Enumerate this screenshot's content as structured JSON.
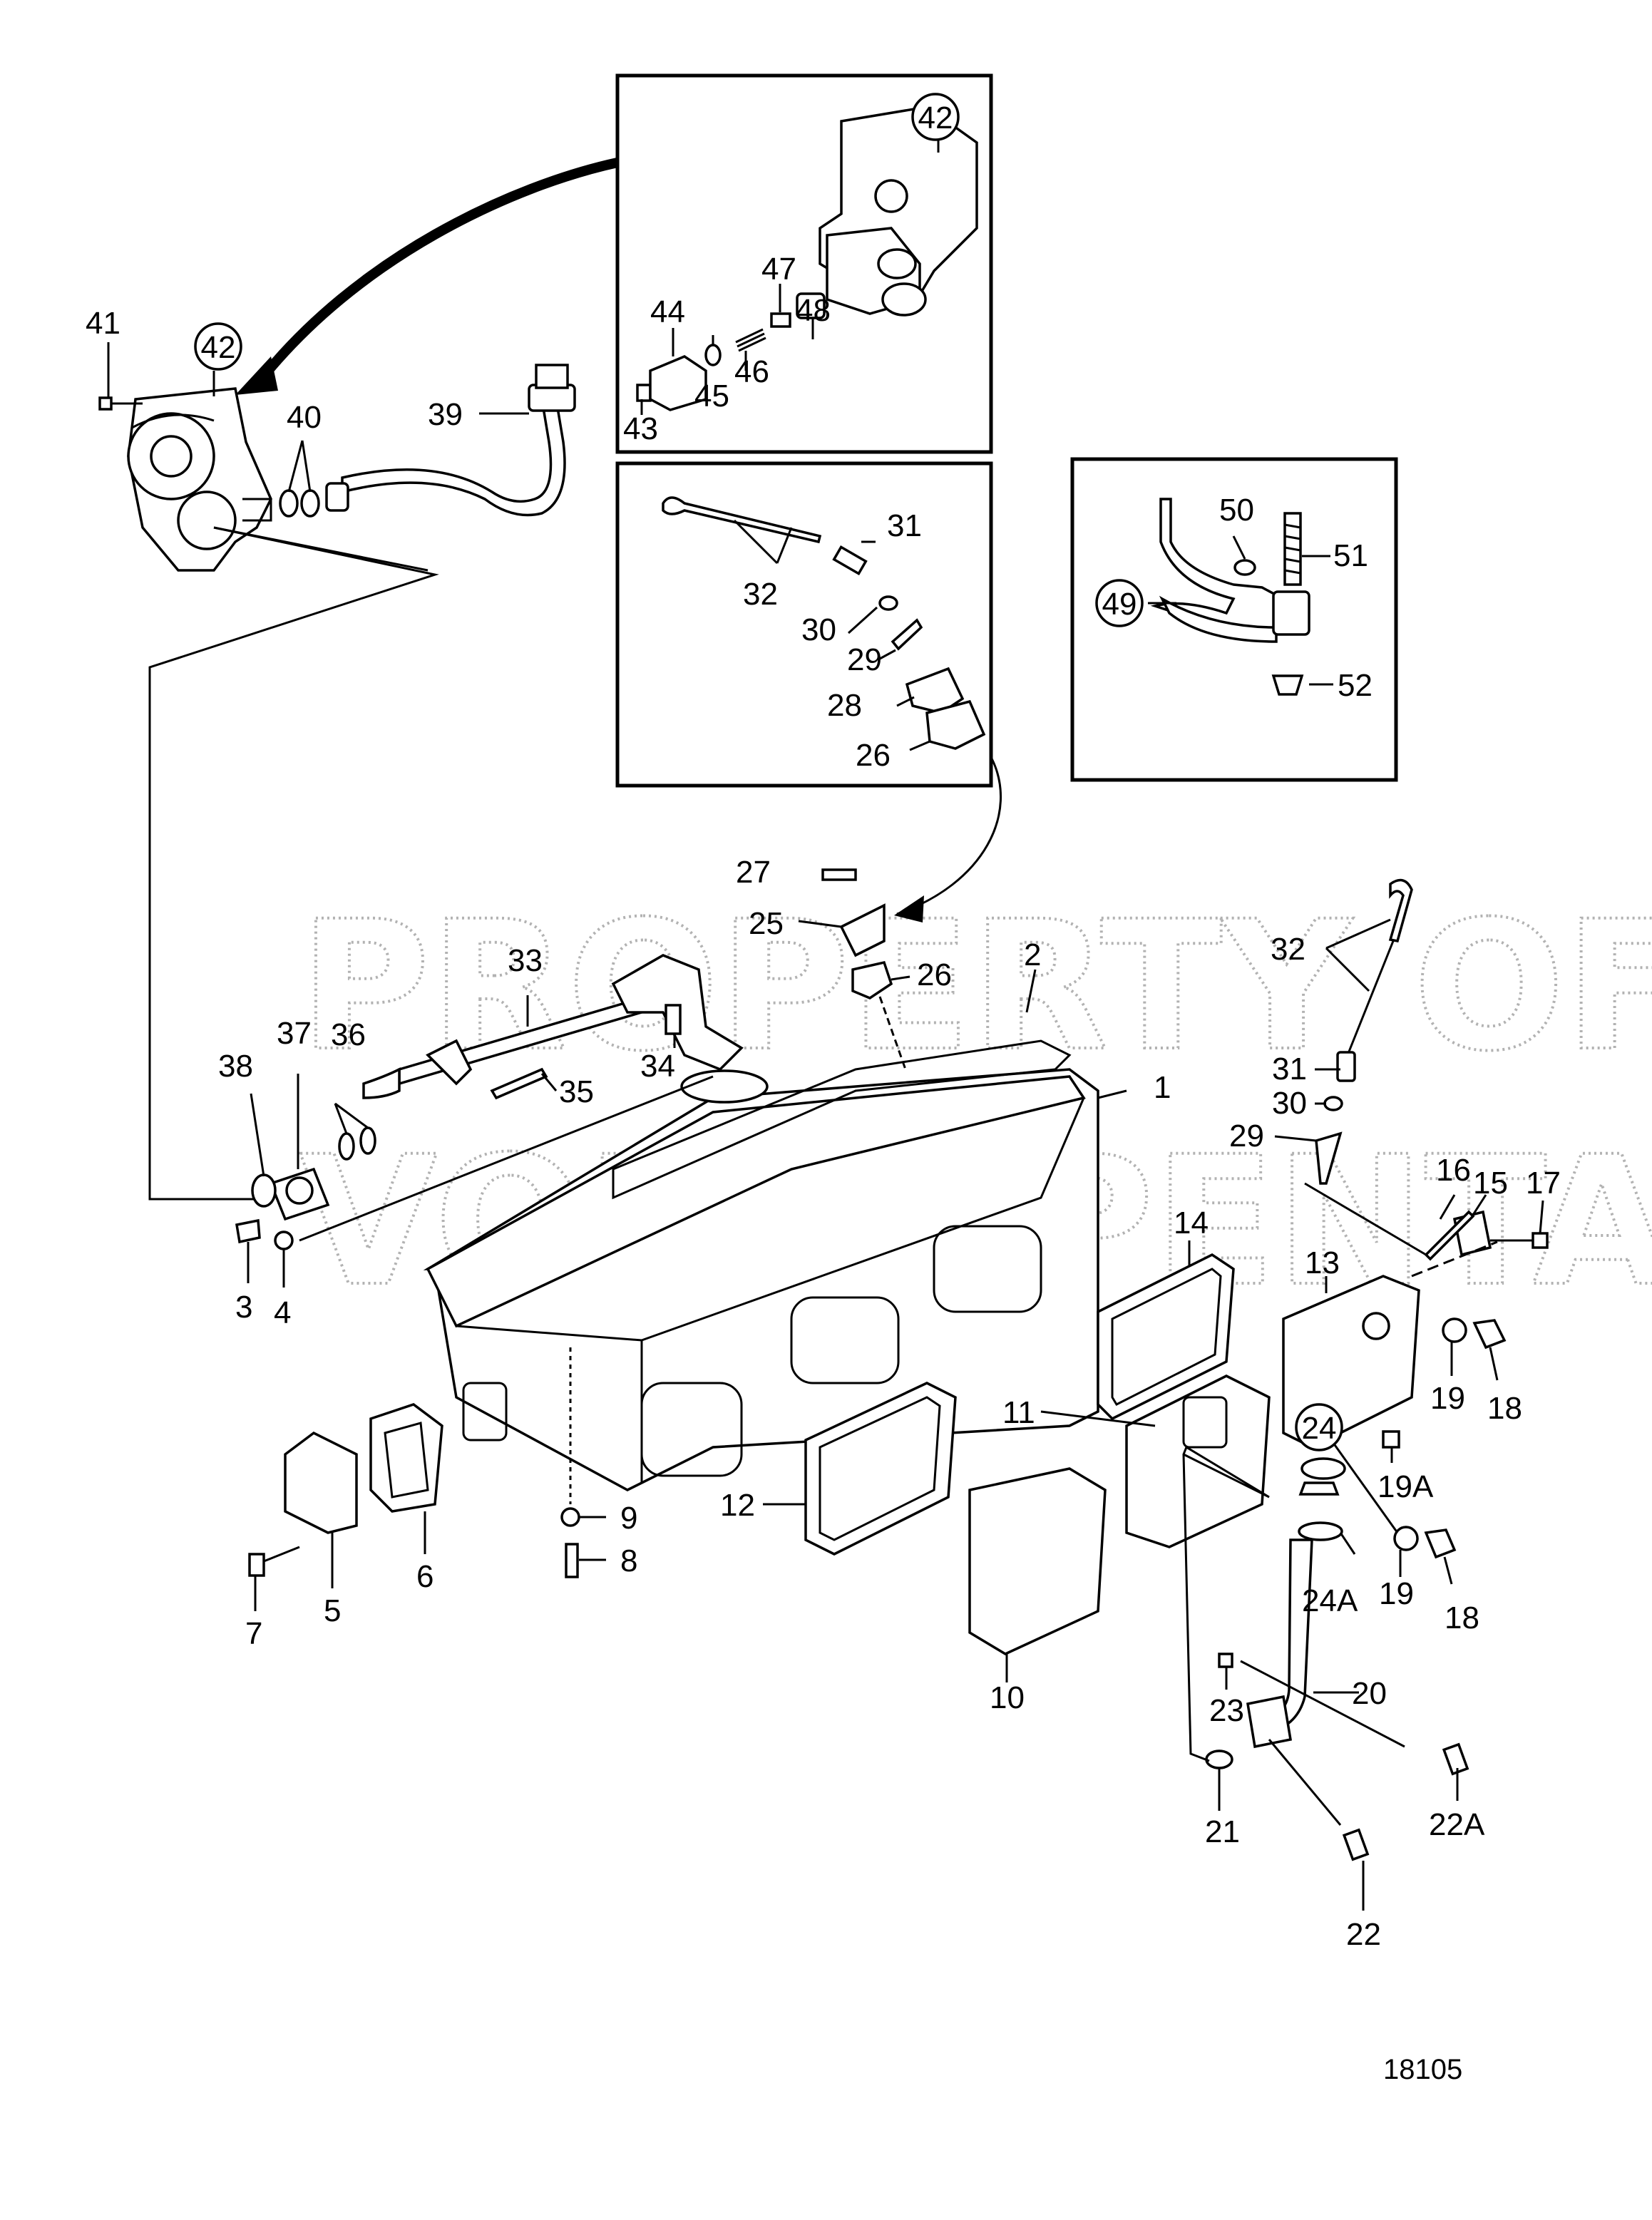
{
  "figure_number": "18105",
  "watermark": [
    "PROPERTY OF",
    "VOLVO PENTA"
  ],
  "callouts": {
    "c1": "1",
    "c2": "2",
    "c3": "3",
    "c4": "4",
    "c5": "5",
    "c6": "6",
    "c7": "7",
    "c8": "8",
    "c9": "9",
    "c10": "10",
    "c11": "11",
    "c12": "12",
    "c13": "13",
    "c14": "14",
    "c15": "15",
    "c16": "16",
    "c17": "17",
    "c18a": "18",
    "c18b": "18",
    "c19a": "19",
    "c19b": "19",
    "c19A": "19A",
    "c20": "20",
    "c21": "21",
    "c22": "22",
    "c22A": "22A",
    "c23": "23",
    "c24": "24",
    "c24A": "24A",
    "c25": "25",
    "c26a": "26",
    "c26b": "26",
    "c27": "27",
    "c28": "28",
    "c29a": "29",
    "c29b": "29",
    "c30a": "30",
    "c30b": "30",
    "c31a": "31",
    "c31b": "31",
    "c32a": "32",
    "c32b": "32",
    "c33": "33",
    "c34": "34",
    "c35": "35",
    "c36": "36",
    "c37": "37",
    "c38": "38",
    "c39": "39",
    "c40": "40",
    "c41": "41",
    "c42a": "42",
    "c42b": "42",
    "c43": "43",
    "c44": "44",
    "c45": "45",
    "c46": "46",
    "c47": "47",
    "c48": "48",
    "c49": "49",
    "c50": "50",
    "c51": "51",
    "c52": "52"
  }
}
